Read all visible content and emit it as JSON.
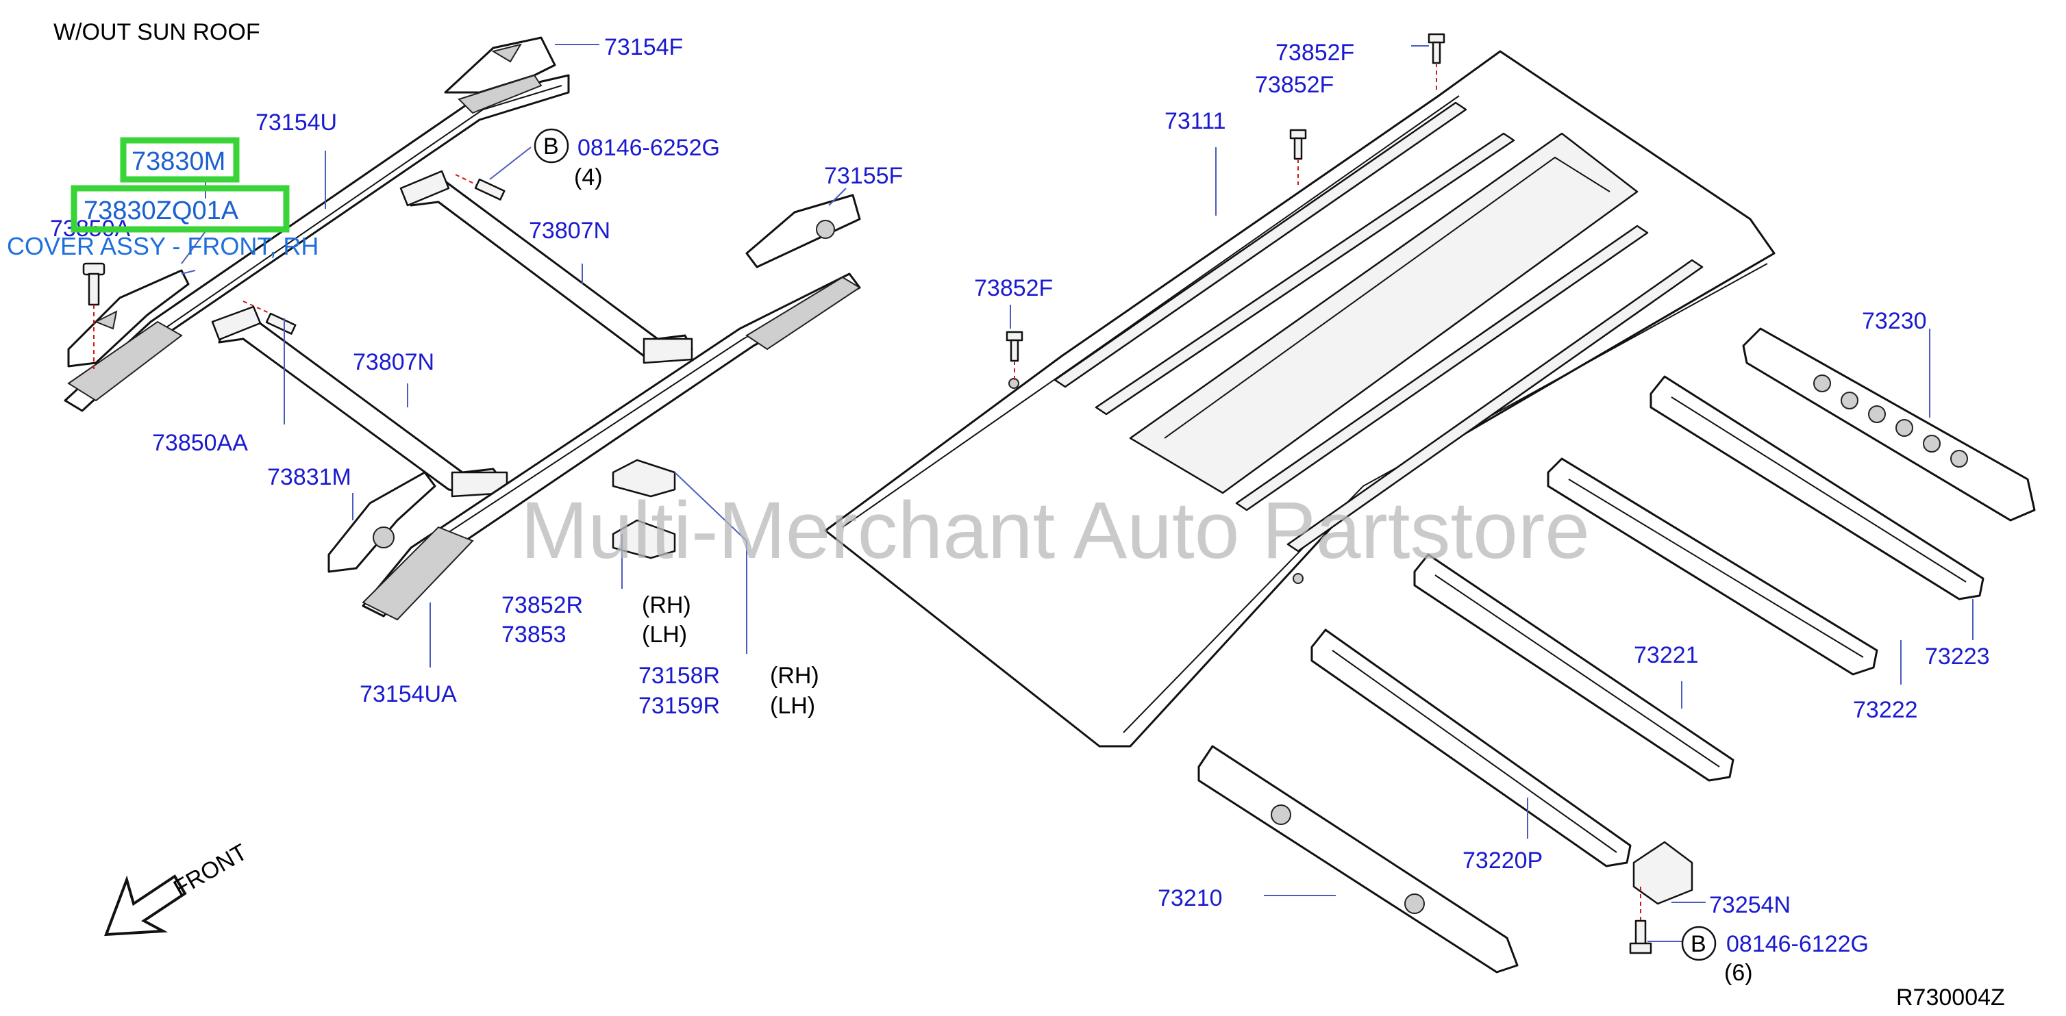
{
  "header": {
    "condition": "W/OUT  SUN  ROOF"
  },
  "highlight": {
    "part_number": "73830M",
    "replacement_number": "73830ZQ01A",
    "description": "COVER ASSY - FRONT, RH"
  },
  "labels": {
    "p73154F": "73154F",
    "p73154U": "73154U",
    "p08146_6252G": "08146-6252G",
    "qty_4": "(4)",
    "p73155F": "73155F",
    "p73850A": "73850A",
    "p73807N_a": "73807N",
    "p73807N_b": "73807N",
    "p73850AA": "73850AA",
    "p73831M": "73831M",
    "p73852R": "73852R",
    "p73853": "73853",
    "rh_1": "(RH)",
    "lh_1": "(LH)",
    "p73154UA": "73154UA",
    "p73158R": "73158R",
    "p73159R": "73159R",
    "rh_2": "(RH)",
    "lh_2": "(LH)",
    "p73852F_a": "73852F",
    "p73852F_b": "73852F",
    "p73852F_c": "73852F",
    "p73111": "73111",
    "p73230": "73230",
    "p73221": "73221",
    "p73223": "73223",
    "p73222": "73222",
    "p73220P": "73220P",
    "p73210": "73210",
    "p73254N": "73254N",
    "p08146_6122G": "08146-6122G",
    "qty_6": "(6)",
    "bolt_marker_1": "B",
    "bolt_marker_2": "B"
  },
  "front_arrow": {
    "label": "FRONT"
  },
  "watermark": "Multi-Merchant Auto Partstore",
  "diagram_code": "R730004Z",
  "colors": {
    "label_blue": "#1a1ad0",
    "highlight_green": "#38d438",
    "cover_text_blue": "#1e6fdc",
    "watermark_gray": "#b8b8b8"
  }
}
